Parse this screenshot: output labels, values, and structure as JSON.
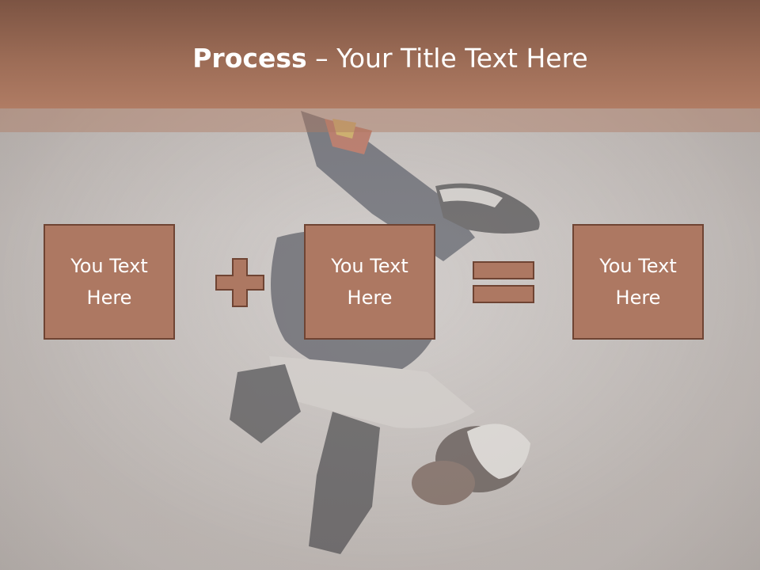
{
  "slide": {
    "title_bold": "Process",
    "title_rest": " – Your Title Text Here",
    "boxes": [
      {
        "text": "You Text Here"
      },
      {
        "text": "You Text Here"
      },
      {
        "text": "You Text Here"
      }
    ],
    "operators": [
      "plus-icon",
      "equals-icon"
    ]
  },
  "colors": {
    "header": "#9c6c56",
    "box_fill": "#ad7862",
    "box_border": "#6f4433",
    "title_text": "#ffffff"
  }
}
